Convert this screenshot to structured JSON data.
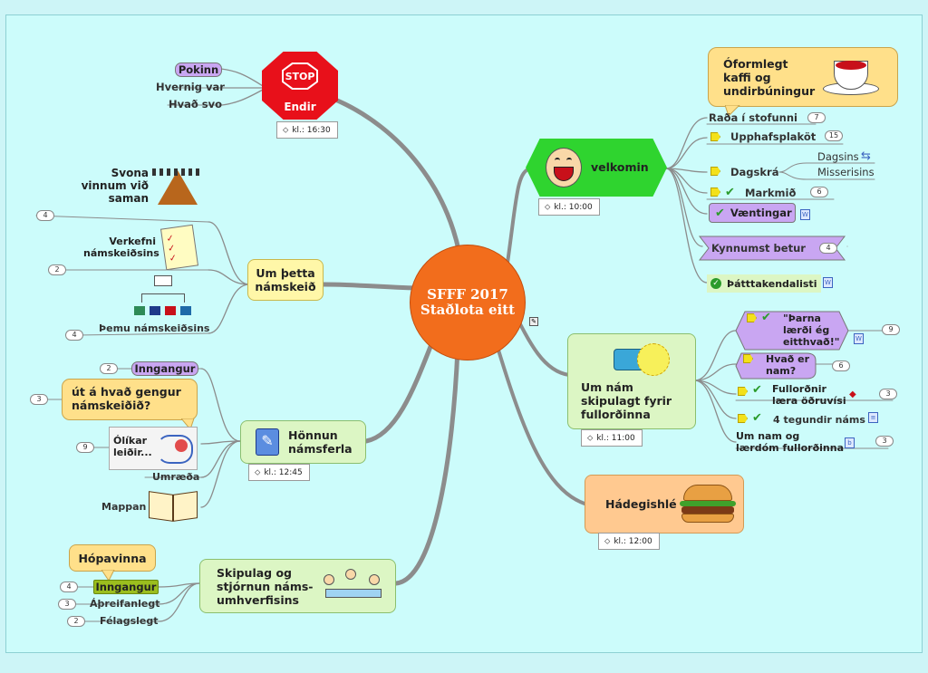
{
  "center": "SFFF 2017 Staðlota eitt",
  "branches": {
    "endir": {
      "label": "Endir",
      "stop_text": "STOP",
      "time": "kl.: 16:30",
      "children": [
        "Pokinn",
        "Hvernig var",
        "Hvað svo"
      ]
    },
    "velkomin": {
      "label": "velkomin",
      "time": "kl.: 10:00",
      "callout": "Óformlegt kaffi og undirbúningur",
      "raoa": {
        "label": "Raða í stofunni",
        "count": "7"
      },
      "upphafs": {
        "label": "Upphafsplaköt",
        "count": "15"
      },
      "dagskra": {
        "label": "Dagskrá",
        "subs": [
          "Dagsins",
          "Misserisins"
        ]
      },
      "markmid": {
        "label": "Markmið",
        "count": "6"
      },
      "vaentingar": {
        "label": "Væntingar"
      },
      "kynnumst": {
        "label": "Kynnumst betur",
        "count": "4"
      },
      "thatttak": {
        "label": "Þátttakendalisti"
      }
    },
    "umnam": {
      "label": "Um nám skipulagt fyrir fullorðinna",
      "time": "kl.: 11:00",
      "tharna": {
        "label": "\"Þarna lærði ég eitthvað!\"",
        "count": "9"
      },
      "hvad": {
        "label": "Hvað er nam?",
        "count": "6"
      },
      "fullordnir": {
        "label": "Fullorðnir læra öðruvísi",
        "count": "3"
      },
      "tegundir": {
        "label": "4 tegundir náms"
      },
      "umnamog": {
        "label": "Um nam og lærdóm fullorðinna",
        "count": "3"
      }
    },
    "hadegi": {
      "label": "Hádegishlé",
      "time": "kl.: 12:00"
    },
    "umthetta": {
      "label": "Um þetta námskeið",
      "svona": "Svona vinnum við saman",
      "verkefni": {
        "label": "Verkefni námskeiðsins",
        "count": "4"
      },
      "verkefni2": {
        "count": "2"
      },
      "themu": {
        "label": "Þemu námskeiðsins",
        "count": "4"
      }
    },
    "honnun": {
      "label": "Hönnun námsferla",
      "time": "kl.: 12:45",
      "inngangur": {
        "label": "Inngangur",
        "count": "2"
      },
      "callout": {
        "label": "út á hvað gengur námskeiðið?",
        "count": "3"
      },
      "olikar": {
        "label": "Ólíkar leiðir...",
        "count": "9"
      },
      "umraeda": "Umræða",
      "mappan": "Mappan"
    },
    "skipulag": {
      "label": "Skipulag og stjórnun náms-umhverfisins",
      "hopavinna": "Hópavinna",
      "inngangur": {
        "label": "Inngangur",
        "count": "4"
      },
      "areifanlegt": {
        "label": "Áþreifanlegt",
        "count": "3"
      },
      "felagslegt": {
        "label": "Félagslegt",
        "count": "2"
      }
    }
  },
  "colors": {
    "center": "#f26d1c",
    "velkomin": "#2fd42f",
    "stop": "#e8101a",
    "purple": "#c9a6f2",
    "cream": "#fff7a8",
    "green_box": "#dcf6c4",
    "peach": "#ffc990",
    "callout": "#ffe08a"
  }
}
